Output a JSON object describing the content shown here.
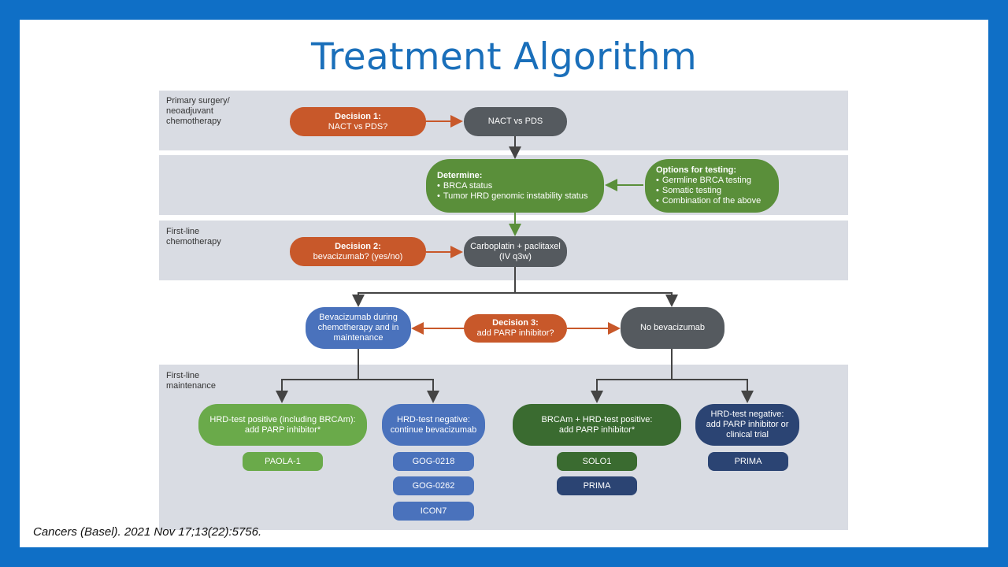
{
  "title": "Treatment Algorithm",
  "citation": "Cancers (Basel). 2021 Nov 17;13(22):5756.",
  "bands": [
    {
      "label": "Primary surgery/\nneoadjuvant\nchemotherapy"
    },
    {
      "label": ""
    },
    {
      "label": "First-line\nchemotherapy"
    },
    {
      "label": "First-line\nmaintenance"
    }
  ],
  "nodes": {
    "decision1": {
      "title": "Decision 1:",
      "text": "NACT vs PDS?"
    },
    "nact_pds": {
      "text": "NACT vs PDS"
    },
    "determine": {
      "title": "Determine:",
      "items": [
        "BRCA status",
        "Tumor HRD genomic instability status"
      ]
    },
    "options": {
      "title": "Options for testing:",
      "items": [
        "Germline BRCA testing",
        "Somatic testing",
        "Combination of the above"
      ]
    },
    "decision2": {
      "title": "Decision 2:",
      "text": "bevacizumab? (yes/no)"
    },
    "carbo": {
      "text": "Carboplatin + paclitaxel\n(IV q3w)"
    },
    "bev_during": {
      "text": "Bevacizumab during\nchemotherapy and in\nmaintenance"
    },
    "decision3": {
      "title": "Decision 3:",
      "text": "add PARP inhibitor?"
    },
    "no_bev": {
      "text": "No bevacizumab"
    },
    "hrd_pos_bev": {
      "text": "HRD-test positive (including BRCAm):\nadd PARP inhibitor*"
    },
    "hrd_neg_bev": {
      "text": "HRD-test negative:\ncontinue bevacizumab"
    },
    "brcam_hrd_pos": {
      "text": "BRCAm + HRD-test positive:\nadd PARP inhibitor*"
    },
    "hrd_neg_nobev": {
      "text": "HRD-test negative:\nadd PARP inhibitor or\nclinical trial"
    }
  },
  "trials": {
    "paola": "PAOLA-1",
    "gog0218": "GOG-0218",
    "gog0262": "GOG-0262",
    "icon7": "ICON7",
    "solo1": "SOLO1",
    "prima1": "PRIMA",
    "prima2": "PRIMA"
  },
  "colors": {
    "background": "#0f6fc6",
    "title": "#1a6fba",
    "decision": "#c8582a",
    "neutral": "#555a5f",
    "determine": "#5a8f3a",
    "bev_branch": "#4a72bc",
    "brca_branch": "#3a6b30",
    "navy": "#2b4473"
  }
}
